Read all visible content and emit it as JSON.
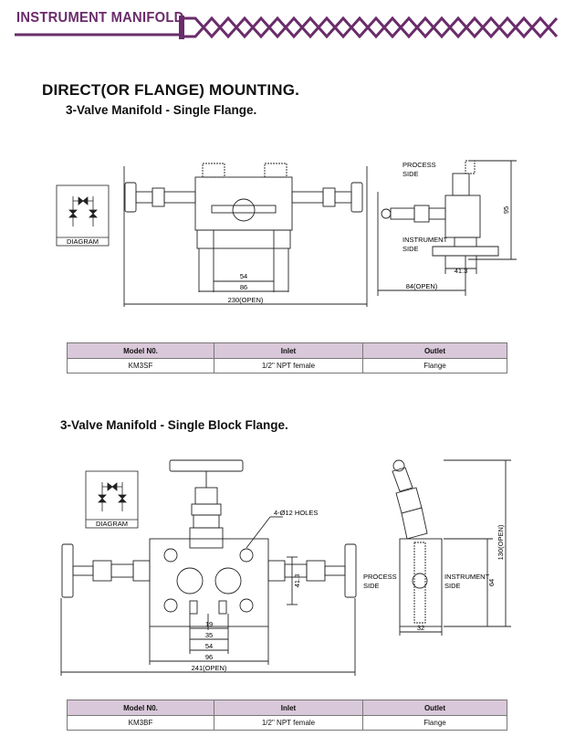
{
  "header": {
    "title": "INSTRUMENT MANIFOLD",
    "accent_color": "#6a2c6b"
  },
  "page": {
    "heading": "DIRECT(OR FLANGE) MOUNTING."
  },
  "section1": {
    "title": "3-Valve Manifold - Single Flange.",
    "diagram_label": "DIAGRAM",
    "dims": {
      "d54": "54",
      "d86": "86",
      "d230": "230(OPEN)",
      "d84": "84(OPEN)",
      "d413": "41.3",
      "d95": "95"
    },
    "labels": {
      "process": "PROCESS",
      "process_side": "SIDE",
      "instrument": "INSTRUMENT",
      "instrument_side": "SIDE"
    },
    "table": {
      "headers": [
        "Model N0.",
        "Inlet",
        "Outlet"
      ],
      "row": [
        "KM3SF",
        "1/2\" NPT female",
        "Flange"
      ]
    }
  },
  "section2": {
    "title": "3-Valve Manifold - Single Block Flange.",
    "diagram_label": "DIAGRAM",
    "holes": "4-Ø12 HOLES",
    "dims": {
      "d19": "19",
      "d35": "35",
      "d54": "54",
      "d96": "96",
      "d241": "241(OPEN)",
      "d413": "41.3",
      "d32": "32",
      "d64": "64",
      "d130": "130(OPEN)"
    },
    "labels": {
      "process": "PROCESS",
      "process_side": "SIDE",
      "instrument": "INSTRUMENT",
      "instrument_side": "SIDE"
    },
    "table": {
      "headers": [
        "Model N0.",
        "Inlet",
        "Outlet"
      ],
      "row": [
        "KM3BF",
        "1/2\" NPT female",
        "Flange"
      ]
    }
  }
}
